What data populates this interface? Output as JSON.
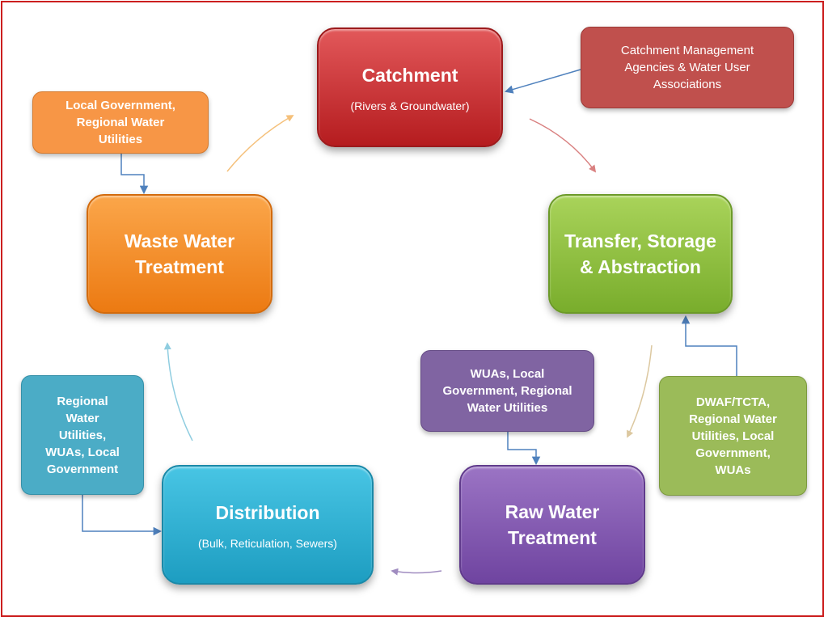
{
  "stages": {
    "catchment": {
      "title": "Catchment",
      "subtitle": "(Rivers & Groundwater)"
    },
    "transfer": {
      "title_line1": "Transfer, Storage",
      "title_line2": "& Abstraction"
    },
    "raw_water": {
      "title_line1": "Raw Water",
      "title_line2": "Treatment"
    },
    "distribution": {
      "title": "Distribution",
      "subtitle": "(Bulk, Reticulation, Sewers)"
    },
    "waste_water": {
      "title_line1": "Waste Water",
      "title_line2": "Treatment"
    }
  },
  "actors": {
    "catchment_agencies": [
      "Catchment Management",
      "Agencies & Water User",
      "Associations"
    ],
    "local_regional": [
      "Local Government,",
      "Regional Water",
      "Utilities"
    ],
    "dwaf": [
      "DWAF/TCTA,",
      "Regional Water",
      "Utilities, Local",
      "Government,",
      "WUAs"
    ],
    "wuas": [
      "WUAs, Local",
      "Government, Regional",
      "Water Utilities"
    ],
    "regional_utilities": [
      "Regional",
      "Water",
      "Utilities,",
      "WUAs, Local",
      "Government"
    ]
  },
  "colors": {
    "catchment": "#c0504d",
    "transfer": "#9bbb59",
    "raw_water": "#8064a2",
    "distribution": "#4bacc6",
    "waste_water": "#f79646",
    "connector": "#4f81bd",
    "frame": "#cc1f1f"
  }
}
